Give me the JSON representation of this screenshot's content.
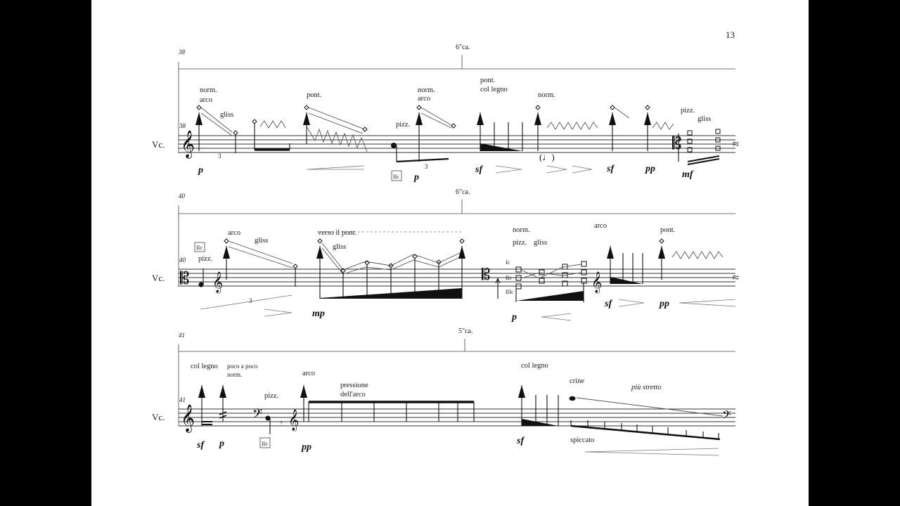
{
  "page_number": "13",
  "instrument": "Vc.",
  "systems": [
    {
      "measure": "38",
      "duration": "6\"ca.",
      "dynamics": [
        "p",
        "p",
        "sf",
        "sf",
        "pp",
        "mf"
      ],
      "text": [
        "norm.",
        "arco",
        "gliss",
        "pont.",
        "pizz.",
        "norm.",
        "arco",
        "pont.",
        "col legno",
        "norm.",
        "pizz.",
        "gliss"
      ],
      "strings": [
        "IIc"
      ],
      "tuplets": [
        "3",
        "3"
      ]
    },
    {
      "measure": "40",
      "duration": "6\"ca.",
      "dynamics": [
        "mp",
        "p",
        "sf",
        "pp"
      ],
      "text": [
        "pizz.",
        "arco",
        "gliss",
        "verso il pont.",
        "gliss",
        "norm.",
        "pizz.",
        "gliss",
        "arco",
        "pont."
      ],
      "strings": [
        "IIc",
        "Ic",
        "IIc",
        "IIIc"
      ],
      "tuplets": [
        "3"
      ]
    },
    {
      "measure": "41",
      "duration": "5\"ca.",
      "dynamics": [
        "sf",
        "p",
        "pp",
        "sf"
      ],
      "text": [
        "col legno",
        "poco a poco",
        "norm.",
        "pizz.",
        "arco",
        "pressione",
        "dell'arco",
        "col legno",
        "crine",
        "più stretto",
        "spiccato"
      ],
      "strings": [
        "IIc"
      ]
    }
  ]
}
